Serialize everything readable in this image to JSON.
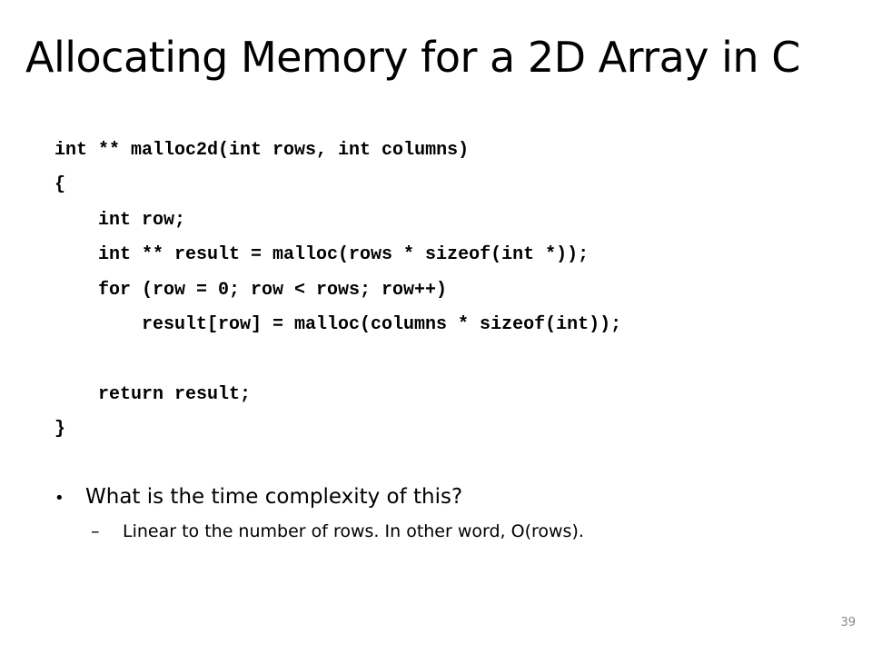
{
  "slide": {
    "title": "Allocating Memory for a 2D Array in C",
    "code_lines": [
      "int ** malloc2d(int rows, int columns)",
      "{",
      "int row;",
      "int ** result = malloc(rows * sizeof(int *));",
      "for (row = 0; row < rows; row++)",
      "result[row] = malloc(columns * sizeof(int));",
      "",
      "return result;",
      "}"
    ],
    "bullets": {
      "question": "What is the time complexity of this?",
      "answer": "Linear to the number of rows. In other word, O(rows).",
      "bullet_glyph": "•",
      "dash_glyph": "–"
    },
    "page_number": "39"
  }
}
